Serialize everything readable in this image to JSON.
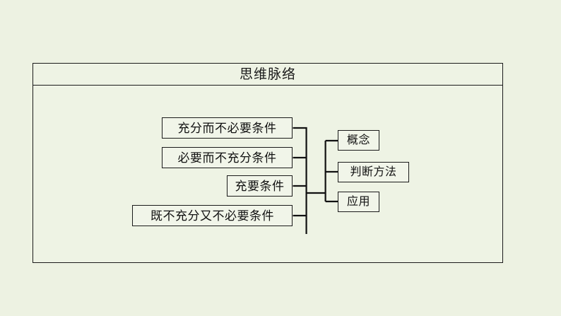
{
  "slide": {
    "background_color": "#edf2e2"
  },
  "panel": {
    "title": "思维脉络",
    "border_color": "#1a1a1a",
    "fill_color": "#eef3e4"
  },
  "diagram": {
    "type": "tree",
    "left_branch": {
      "nodes": [
        {
          "id": "sufficient",
          "label": "充分而不必要条件"
        },
        {
          "id": "necessary",
          "label": "必要而不充分条件"
        },
        {
          "id": "iff",
          "label": "充要条件"
        },
        {
          "id": "neither",
          "label": "既不充分又不必要条件"
        }
      ]
    },
    "right_branch": {
      "nodes": [
        {
          "id": "concept",
          "label": "概念"
        },
        {
          "id": "method",
          "label": "判断方法"
        },
        {
          "id": "application",
          "label": "应用"
        }
      ]
    }
  }
}
